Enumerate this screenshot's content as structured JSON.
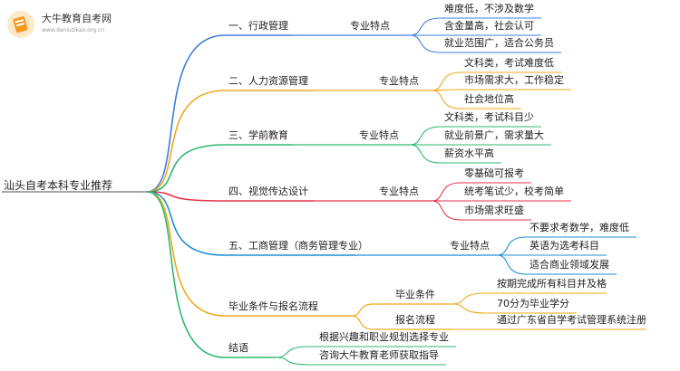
{
  "logo": {
    "title": "大牛教育自考网",
    "url": "www.daniuzikao.org.cn"
  },
  "root": "汕头自考本科专业推荐",
  "branches": [
    {
      "label": "一、行政管理",
      "mid": "专业特点",
      "color": "#3b7ddd",
      "leaves": [
        "难度低，不涉及数学",
        "含金量高，社会认可",
        "就业范围广，适合公务员"
      ]
    },
    {
      "label": "二、人力资源管理",
      "mid": "专业特点",
      "color": "#f0a81a",
      "leaves": [
        "文科类，考试难度低",
        "市场需求大，工作稳定",
        "社会地位高"
      ]
    },
    {
      "label": "三、学前教育",
      "mid": "专业特点",
      "color": "#2eb872",
      "leaves": [
        "文科类，考试科目少",
        "就业前景广，需求量大",
        "薪资水平高"
      ]
    },
    {
      "label": "四、视觉传达设计",
      "mid": "专业特点",
      "color": "#e6334c",
      "leaves": [
        "零基础可报考",
        "统考笔试少，校考简单",
        "市场需求旺盛"
      ]
    },
    {
      "label": "五、工商管理（商务管理专业）",
      "mid": "专业特点",
      "color": "#1f8fd6",
      "leaves": [
        "不要求考数学，难度低",
        "英语为选考科目",
        "适合商业领域发展"
      ]
    },
    {
      "label": "毕业条件与报名流程",
      "color": "#f0a81a",
      "subs": [
        {
          "label": "毕业条件",
          "leaves": [
            "按期完成所有科目并及格",
            "70分为毕业学分"
          ]
        },
        {
          "label": "报名流程",
          "leaves": [
            "通过广东省自学考试管理系统注册"
          ]
        }
      ]
    },
    {
      "label": "结语",
      "color": "#2eb872",
      "leaves": [
        "根据兴趣和职业规划选择专业",
        "咨询大牛教育老师获取指导"
      ]
    }
  ]
}
